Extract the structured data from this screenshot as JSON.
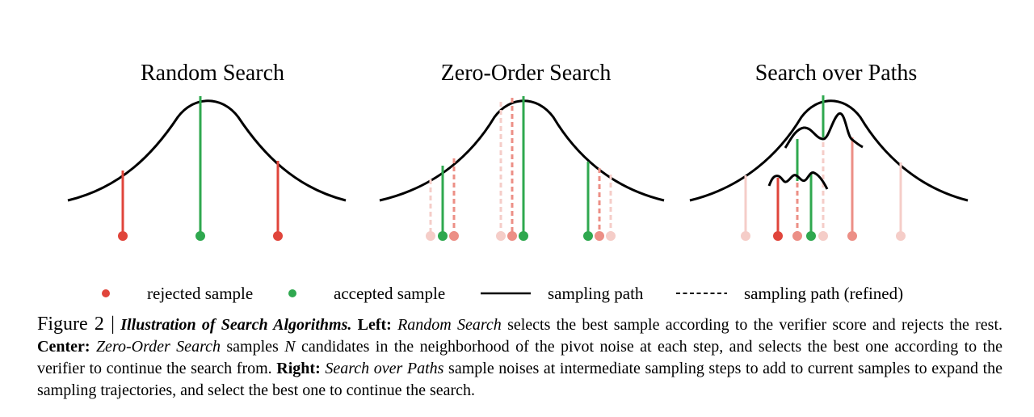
{
  "colors": {
    "rejected": "#e0453b",
    "rejected_mid": "#ec8f86",
    "rejected_light": "#f5cdc8",
    "accepted": "#2fa84f",
    "curve": "#000000"
  },
  "panels": [
    {
      "title": "Random Search"
    },
    {
      "title": "Zero-Order Search"
    },
    {
      "title": "Search over Paths"
    }
  ],
  "legend": {
    "rejected": "rejected sample",
    "accepted": "accepted sample",
    "path": "sampling path",
    "path_refined": "sampling path (refined)"
  },
  "caption": {
    "label": "Figure 2 |",
    "heading": "Illustration of Search Algorithms.",
    "left_label": "Left:",
    "left_method": "Random Search",
    "left_text": "selects the best sample according to the verifier score and rejects the rest.",
    "center_label": "Center:",
    "center_method": "Zero-Order Search",
    "center_text_a": "samples",
    "center_var": "N",
    "center_text_b": "candidates in the neighborhood of the pivot noise at each step, and selects the best one according to the verifier to continue the search from.",
    "right_label": "Right:",
    "right_method": "Search over Paths",
    "right_text": "sample noises at intermediate sampling steps to add to current samples to expand the sampling trajectories, and select the best one to continue the search."
  }
}
